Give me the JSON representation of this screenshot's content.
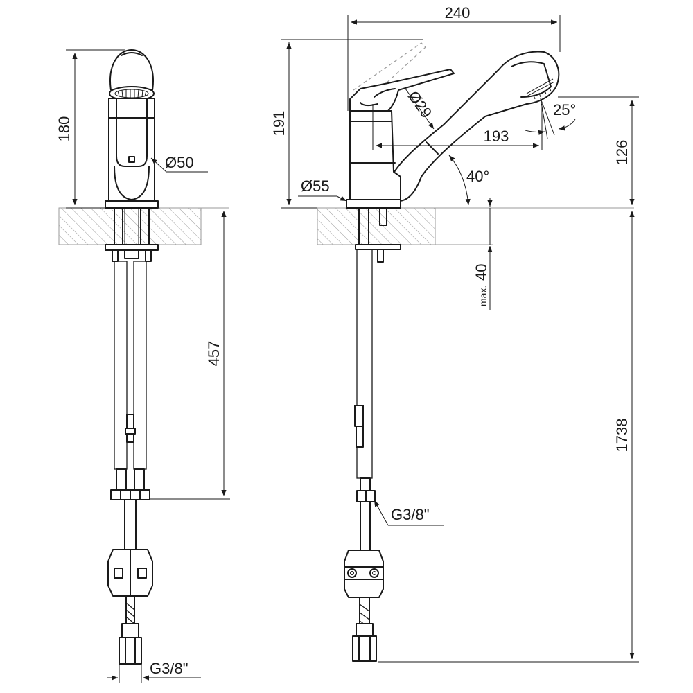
{
  "dimensions": {
    "side_height": "180",
    "side_diameter": "Ø50",
    "side_hose_length": "457",
    "side_thread": "G3/8\"",
    "front_width": "240",
    "front_height": "191",
    "front_diameter_base": "Ø55",
    "front_diameter_spout": "Ø29",
    "front_reach": "193",
    "front_angle_head": "25°",
    "front_angle_spout": "40°",
    "front_spout_height": "126",
    "front_max_prefix": "max.",
    "front_max_thickness": "40",
    "front_total_hose": "1738",
    "front_thread": "G3/8\""
  },
  "colors": {
    "line": "#1a1a1a",
    "hatch": "#9a9a9a"
  }
}
